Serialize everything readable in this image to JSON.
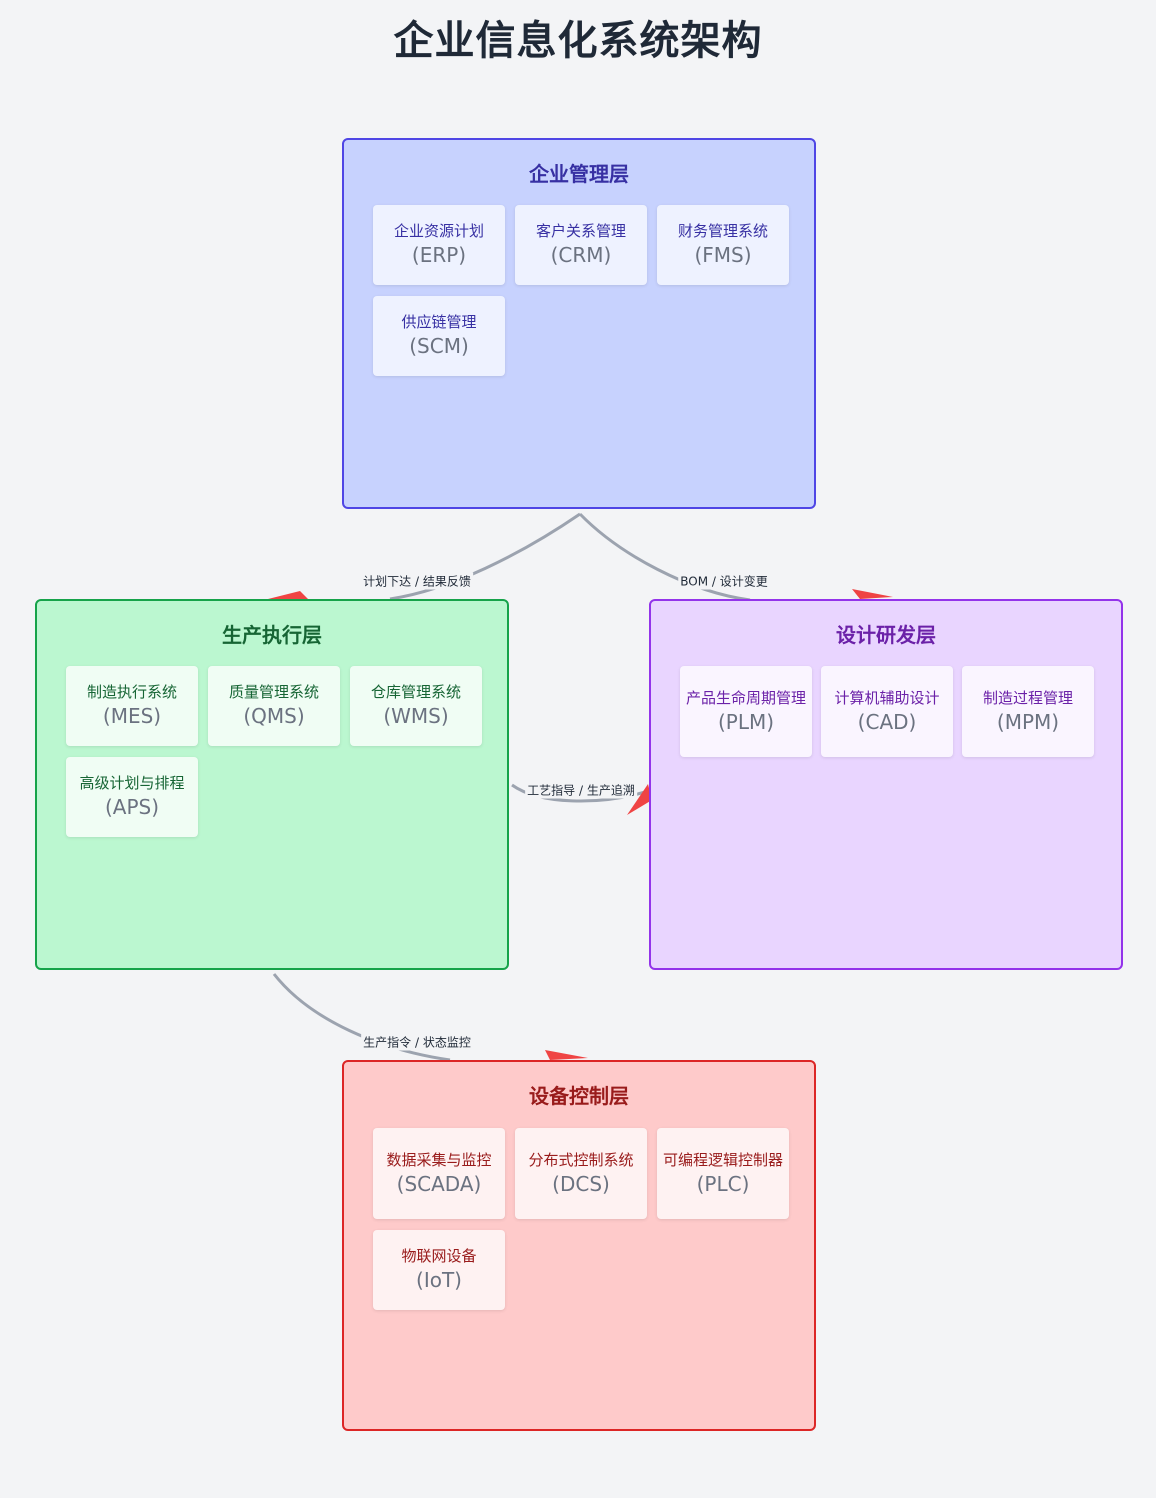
{
  "title": "企业信息化系统架构",
  "colors": {
    "edge": "#9ca3af",
    "arrow": "#ef4444",
    "background": "#f3f4f6"
  },
  "layers": {
    "enterprise": {
      "title": "企业管理层",
      "systems": [
        {
          "name": "企业资源计划",
          "abbr": "(ERP)"
        },
        {
          "name": "客户关系管理",
          "abbr": "(CRM)"
        },
        {
          "name": "财务管理系统",
          "abbr": "(FMS)"
        },
        {
          "name": "供应链管理",
          "abbr": "(SCM)"
        }
      ]
    },
    "production": {
      "title": "生产执行层",
      "systems": [
        {
          "name": "制造执行系统",
          "abbr": "(MES)"
        },
        {
          "name": "质量管理系统",
          "abbr": "(QMS)"
        },
        {
          "name": "仓库管理系统",
          "abbr": "(WMS)"
        },
        {
          "name": "高级计划与排程",
          "abbr": "(APS)"
        }
      ]
    },
    "design": {
      "title": "设计研发层",
      "systems": [
        {
          "name": "产品生命周期管理",
          "abbr": "(PLM)"
        },
        {
          "name": "计算机辅助设计",
          "abbr": "(CAD)"
        },
        {
          "name": "制造过程管理",
          "abbr": "(MPM)"
        }
      ]
    },
    "equipment": {
      "title": "设备控制层",
      "systems": [
        {
          "name": "数据采集与监控",
          "abbr": "(SCADA)"
        },
        {
          "name": "分布式控制系统",
          "abbr": "(DCS)"
        },
        {
          "name": "可编程逻辑控制器",
          "abbr": "(PLC)"
        },
        {
          "name": "物联网设备",
          "abbr": "(IoT)"
        }
      ]
    }
  },
  "edges": [
    {
      "from": "enterprise",
      "to": "production",
      "label": "计划下达 / 结果反馈"
    },
    {
      "from": "enterprise",
      "to": "design",
      "label": "BOM / 设计变更"
    },
    {
      "from": "production",
      "to": "design",
      "label": "工艺指导 / 生产追溯"
    },
    {
      "from": "production",
      "to": "equipment",
      "label": "生产指令 / 状态监控"
    }
  ]
}
